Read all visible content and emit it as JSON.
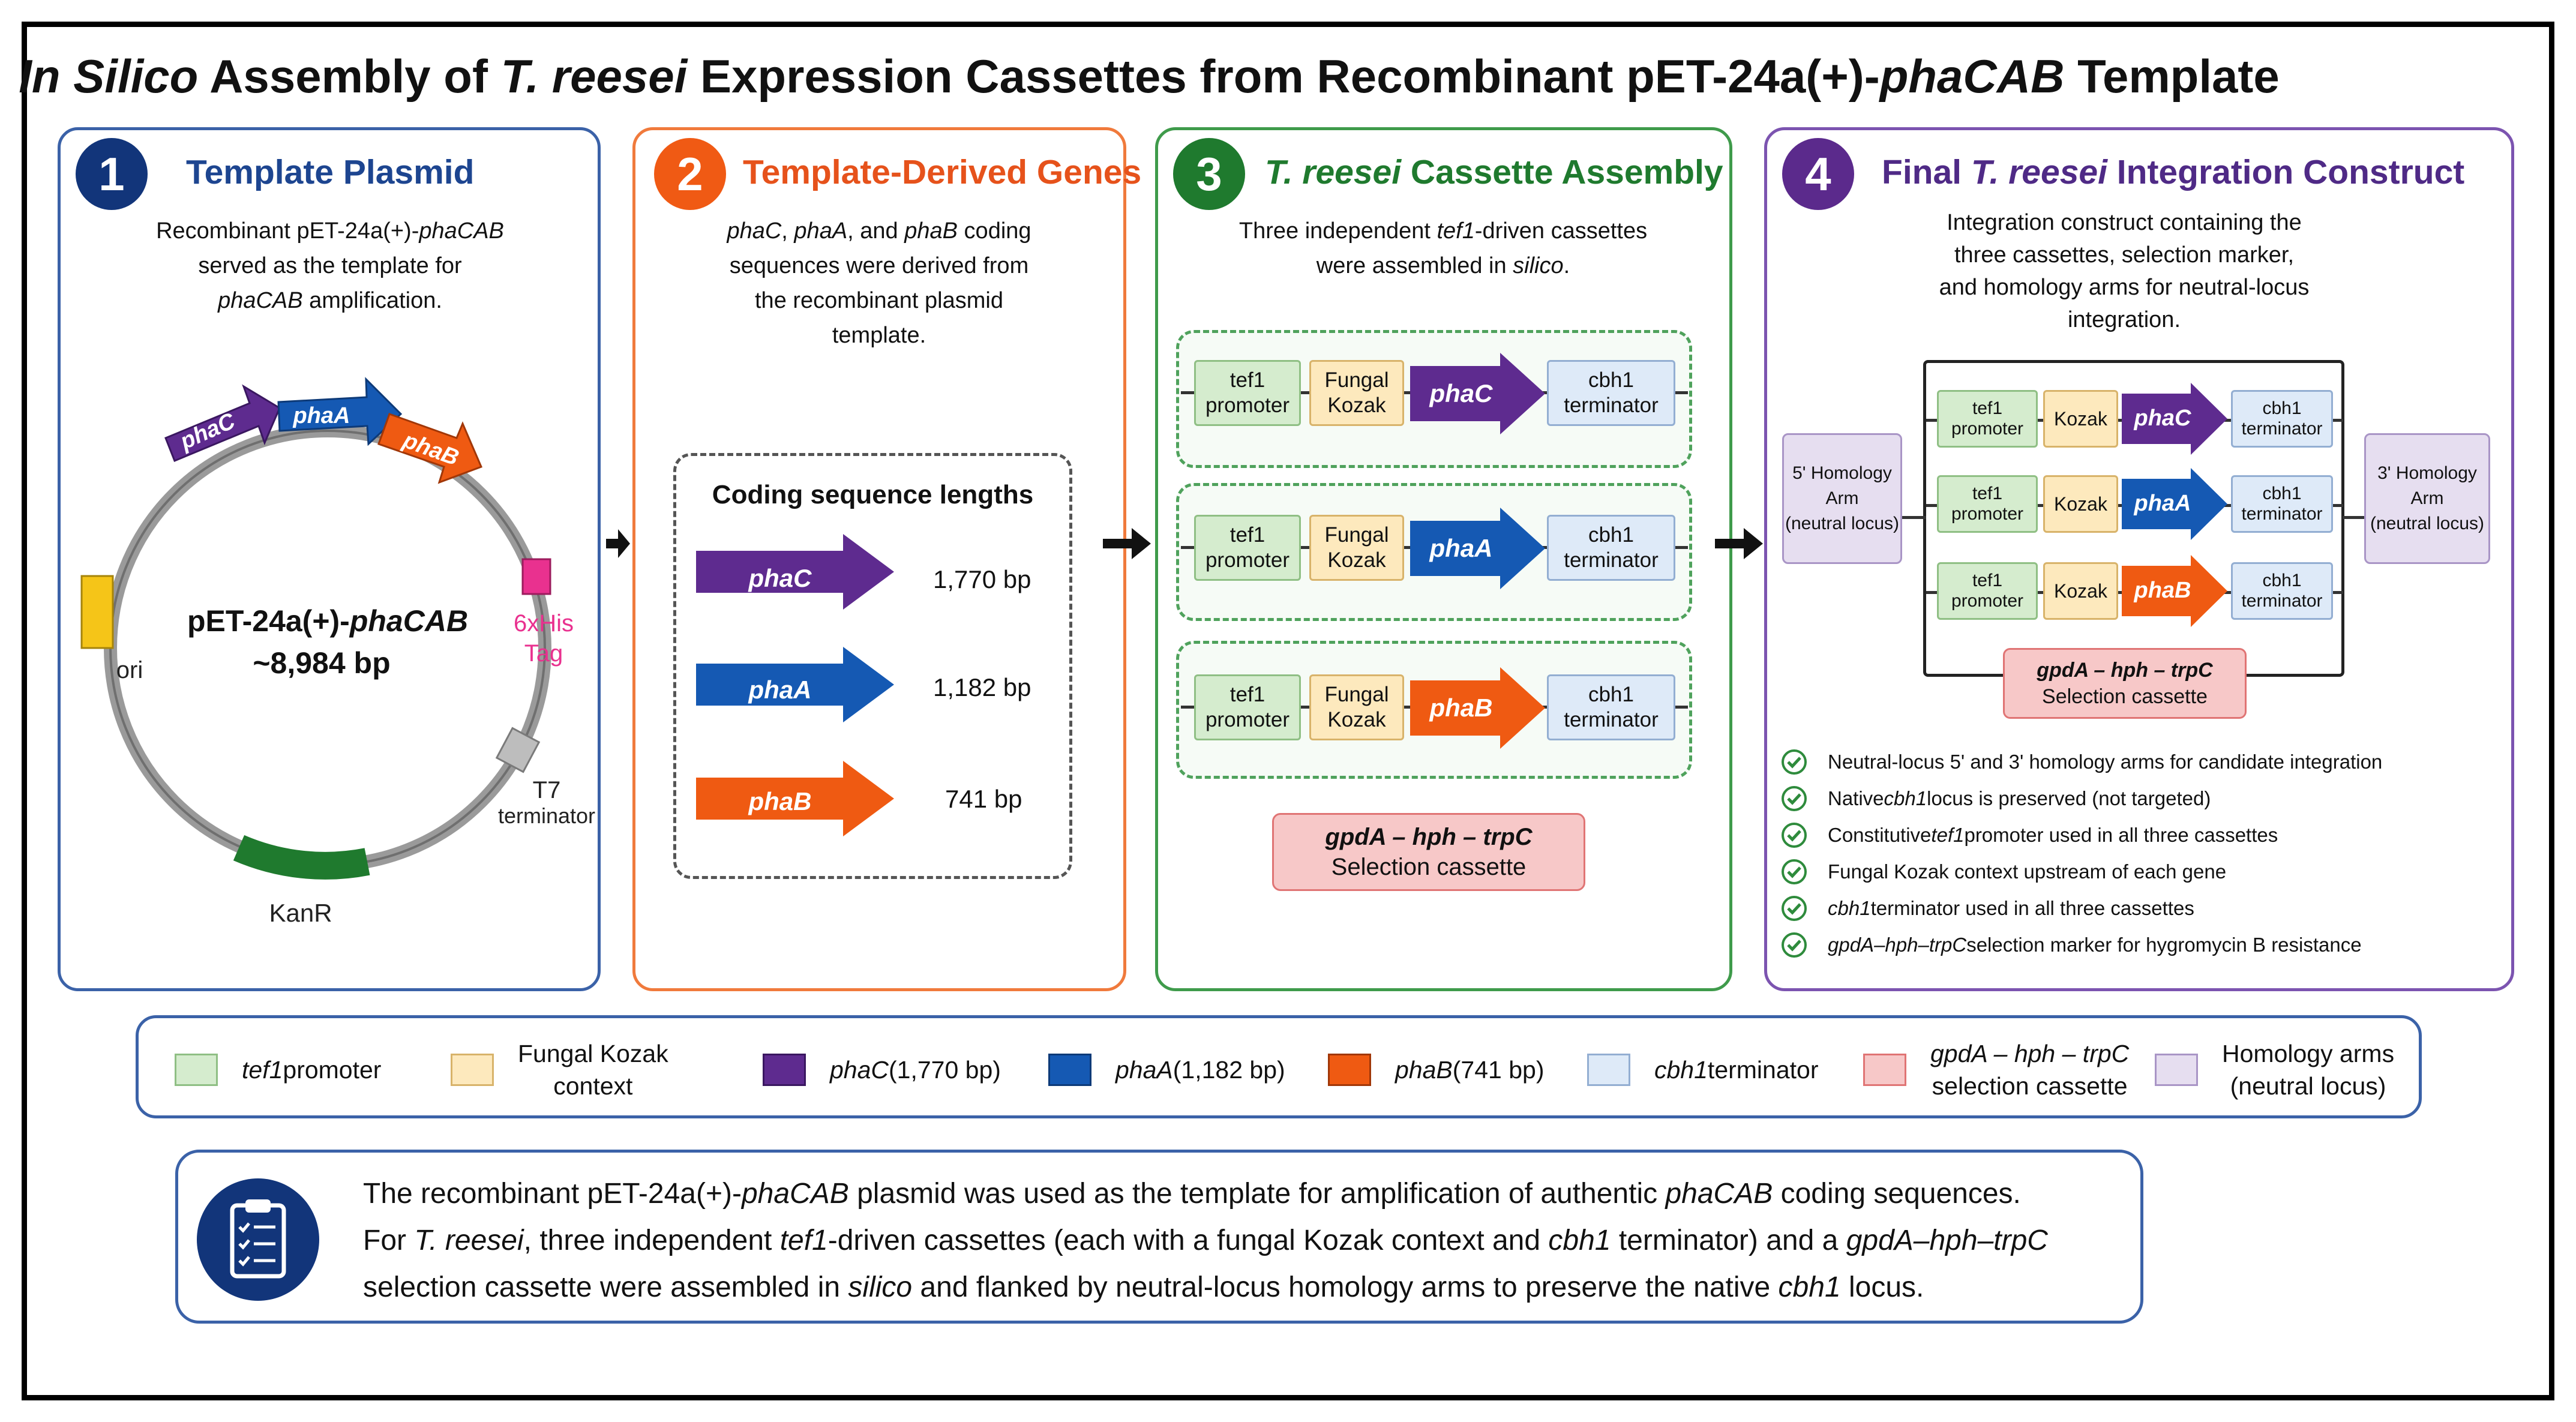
{
  "title": {
    "italic1": "In Silico",
    "part1": " Assembly of ",
    "italic2": "T. reesei",
    "part2": " Expression Cassettes from Recombinant pET-24a(+)-",
    "italic3": "phaCAB",
    "part3": " Template"
  },
  "colors": {
    "navy": "#12357a",
    "orange": "#f05a14",
    "green": "#1f7a2e",
    "purple": "#5b2a8c",
    "phaC": "#5e2b8f",
    "phaA": "#1559b3",
    "phaB": "#ef5a12"
  },
  "panel1": {
    "number": "1",
    "title": "Template Plasmid",
    "desc_l1a": "Recombinant pET-24a(+)-",
    "desc_l1b": "phaCAB",
    "desc_l2": "served as the template for",
    "desc_l3a": "phaCAB",
    "desc_l3b": " amplification.",
    "plasmid_name_a": "pET-24a(+)-",
    "plasmid_name_b": "phaCAB",
    "plasmid_size": "~8,984 bp",
    "gene_phaC": "phaC",
    "gene_phaA": "phaA",
    "gene_phaB": "phaB",
    "his_tag_l1": "6xHis",
    "his_tag_l2": "Tag",
    "ori": "ori",
    "t7_l1": "T7",
    "t7_l2": "terminator",
    "kanr": "KanR"
  },
  "panel2": {
    "number": "2",
    "title": "Template-Derived Genes",
    "desc_l1a": "phaC",
    "desc_l1b": ", ",
    "desc_l1c": "phaA",
    "desc_l1d": ", and ",
    "desc_l1e": "phaB",
    "desc_l1f": " coding",
    "desc_l2": "sequences were derived from",
    "desc_l3": "the recombinant plasmid",
    "desc_l4": "template.",
    "box_title": "Coding sequence lengths",
    "genes": [
      {
        "name": "phaC",
        "length": "1,770 bp"
      },
      {
        "name": "phaA",
        "length": "1,182 bp"
      },
      {
        "name": "phaB",
        "length": "741 bp"
      }
    ]
  },
  "panel3": {
    "number": "3",
    "title_a": "T. reesei",
    "title_b": " Cassette Assembly",
    "desc_l1a": "Three independent ",
    "desc_l1b": "tef1",
    "desc_l1c": "-driven cassettes",
    "desc_l2a": "were assembled in ",
    "desc_l2b": "silico",
    "desc_l2c": ".",
    "promoter_l1": "tef1",
    "promoter_l2": "promoter",
    "kozak_l1": "Fungal",
    "kozak_l2": "Kozak",
    "terminator_l1": "cbh1",
    "terminator_l2": "terminator",
    "cassettes": [
      {
        "gene": "phaC"
      },
      {
        "gene": "phaA"
      },
      {
        "gene": "phaB"
      }
    ],
    "selection_l1": "gpdA – hph – trpC",
    "selection_l2": "Selection cassette"
  },
  "panel4": {
    "number": "4",
    "title_a": "Final ",
    "title_b": "T. reesei",
    "title_c": " Integration Construct",
    "desc_l1": "Integration construct containing the",
    "desc_l2": "three cassettes, selection marker,",
    "desc_l3": "and homology arms for neutral-locus",
    "desc_l4": "integration.",
    "left_arm_l1": "5' Homology",
    "left_arm_l2": "Arm",
    "left_arm_l3": "(neutral locus)",
    "right_arm_l1": "3' Homology",
    "right_arm_l2": "Arm",
    "right_arm_l3": "(neutral locus)",
    "promoter_l1": "tef1",
    "promoter_l2": "promoter",
    "kozak": "Kozak",
    "terminator_l1": "cbh1",
    "terminator_l2": "terminator",
    "genes": [
      "phaC",
      "phaA",
      "phaB"
    ],
    "selection_l1": "gpdA – hph – trpC",
    "selection_l2": "Selection cassette",
    "checklist": [
      {
        "a": "Neutral-locus 5' and 3' homology arms for candidate integration",
        "b": "",
        "c": ""
      },
      {
        "a": "Native ",
        "b": "cbh1",
        "c": " locus is preserved (not targeted)"
      },
      {
        "a": "Constitutive ",
        "b": "tef1",
        "c": " promoter used in all three cassettes"
      },
      {
        "a": "Fungal Kozak context upstream of each gene",
        "b": "",
        "c": ""
      },
      {
        "a": "",
        "b": "cbh1",
        "c": " terminator used in all three cassettes"
      },
      {
        "a": "",
        "b": "gpdA–hph–trpC",
        "c": " selection marker for hygromycin B resistance"
      }
    ]
  },
  "legend": {
    "tef1_a": "tef1",
    "tef1_b": " promoter",
    "kozak_l1": "Fungal Kozak",
    "kozak_l2": "context",
    "phaC_a": "phaC",
    "phaC_b": " (1,770 bp)",
    "phaA_a": "phaA",
    "phaA_b": " (1,182 bp)",
    "phaB_a": "phaB",
    "phaB_b": " (741 bp)",
    "cbh1_a": "cbh1",
    "cbh1_b": " terminator",
    "sel_l1": "gpdA – hph – trpC",
    "sel_l2": "selection cassette",
    "hom_l1": "Homology arms",
    "hom_l2": "(neutral locus)"
  },
  "summary": {
    "s1": "The recombinant pET-24a(+)-",
    "s2": "phaCAB",
    "s3": " plasmid was used as the template for amplification of authentic ",
    "s4": "phaCAB",
    "s5": " coding sequences.",
    "s6": "For ",
    "s7": "T. reesei",
    "s8": ", three independent ",
    "s9": "tef1",
    "s10": "-driven cassettes (each with a fungal Kozak context and ",
    "s11": "cbh1",
    "s12": " terminator) and a ",
    "s13": "gpdA–hph–trpC",
    "s14": "selection cassette were assembled in ",
    "s15": "silico",
    "s16": " and flanked by neutral-locus homology arms to preserve the native ",
    "s17": "cbh1",
    "s18": " locus."
  }
}
